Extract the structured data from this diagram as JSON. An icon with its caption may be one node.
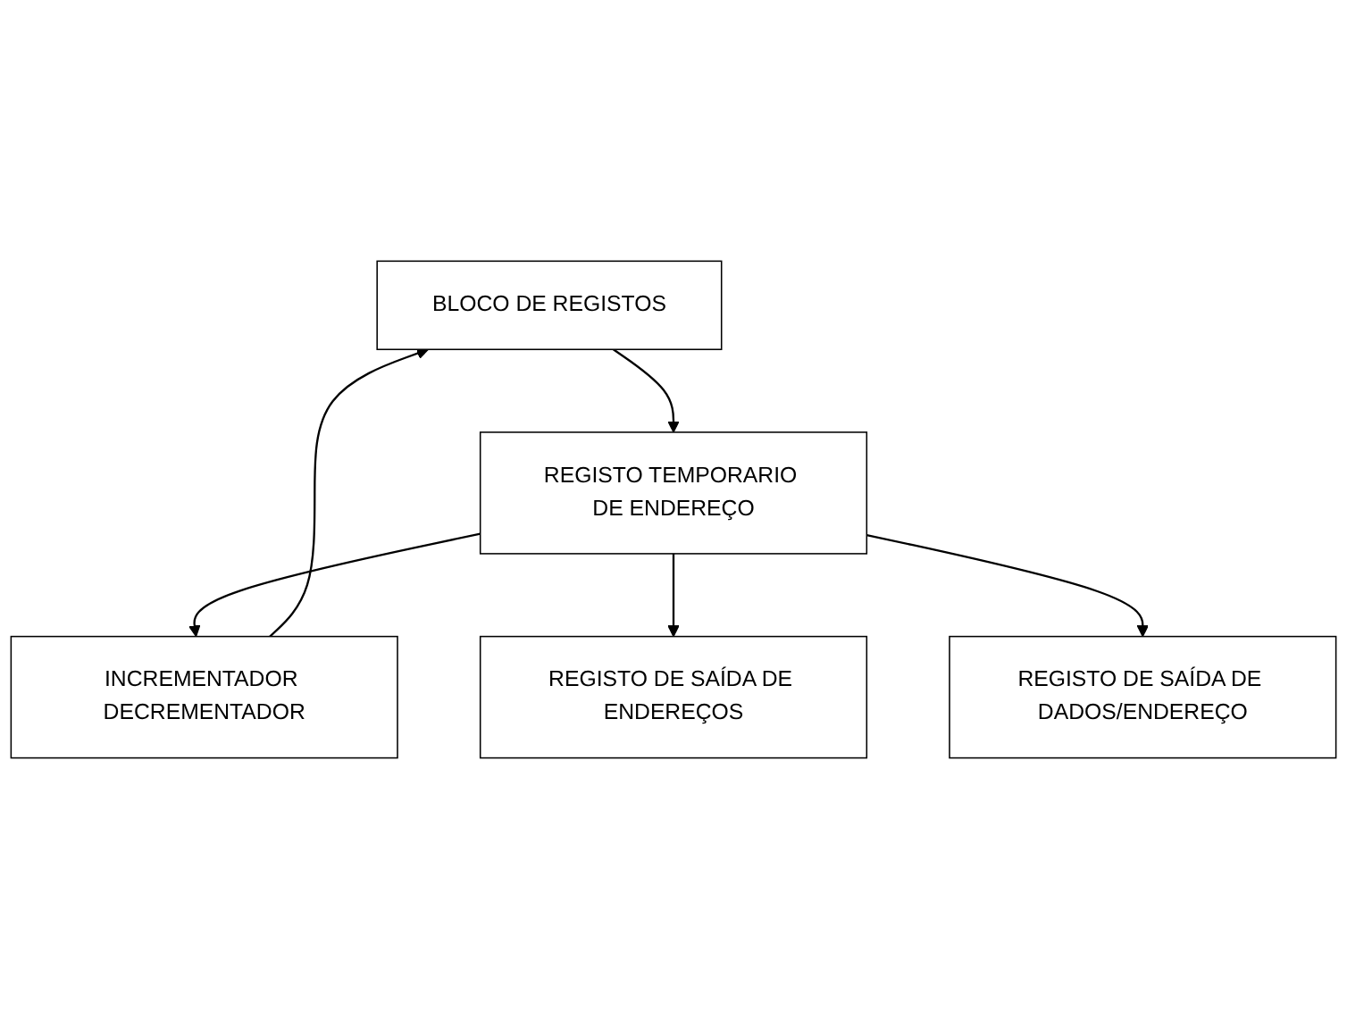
{
  "diagram": {
    "nodes": [
      {
        "text": [
          "BLOCO DE REGISTOS"
        ]
      },
      {
        "text": [
          "INCREMENTADOR DECREMENTADOR"
        ]
      },
      {
        "text": [
          "REGISTO TEMPORARIO DE ENDEREÇO"
        ]
      },
      {
        "text": [
          "REGISTO DE SAÍDA DE ENDEREÇOS"
        ]
      },
      {
        "text": [
          "REGISTO DE SAÍDA DE DADOS/ENDEREÇO"
        ]
      }
    ],
    "edges": [
      {
        "from": 1,
        "to": 0,
        "arrow": "to"
      },
      {
        "from": 2,
        "to": 1,
        "arrow": "to"
      },
      {
        "from": 0,
        "to": 2,
        "arrow": "to"
      },
      {
        "from": 2,
        "to": 3,
        "arrow": "to"
      },
      {
        "from": 2,
        "to": 4,
        "arrow": "to"
      }
    ]
  }
}
